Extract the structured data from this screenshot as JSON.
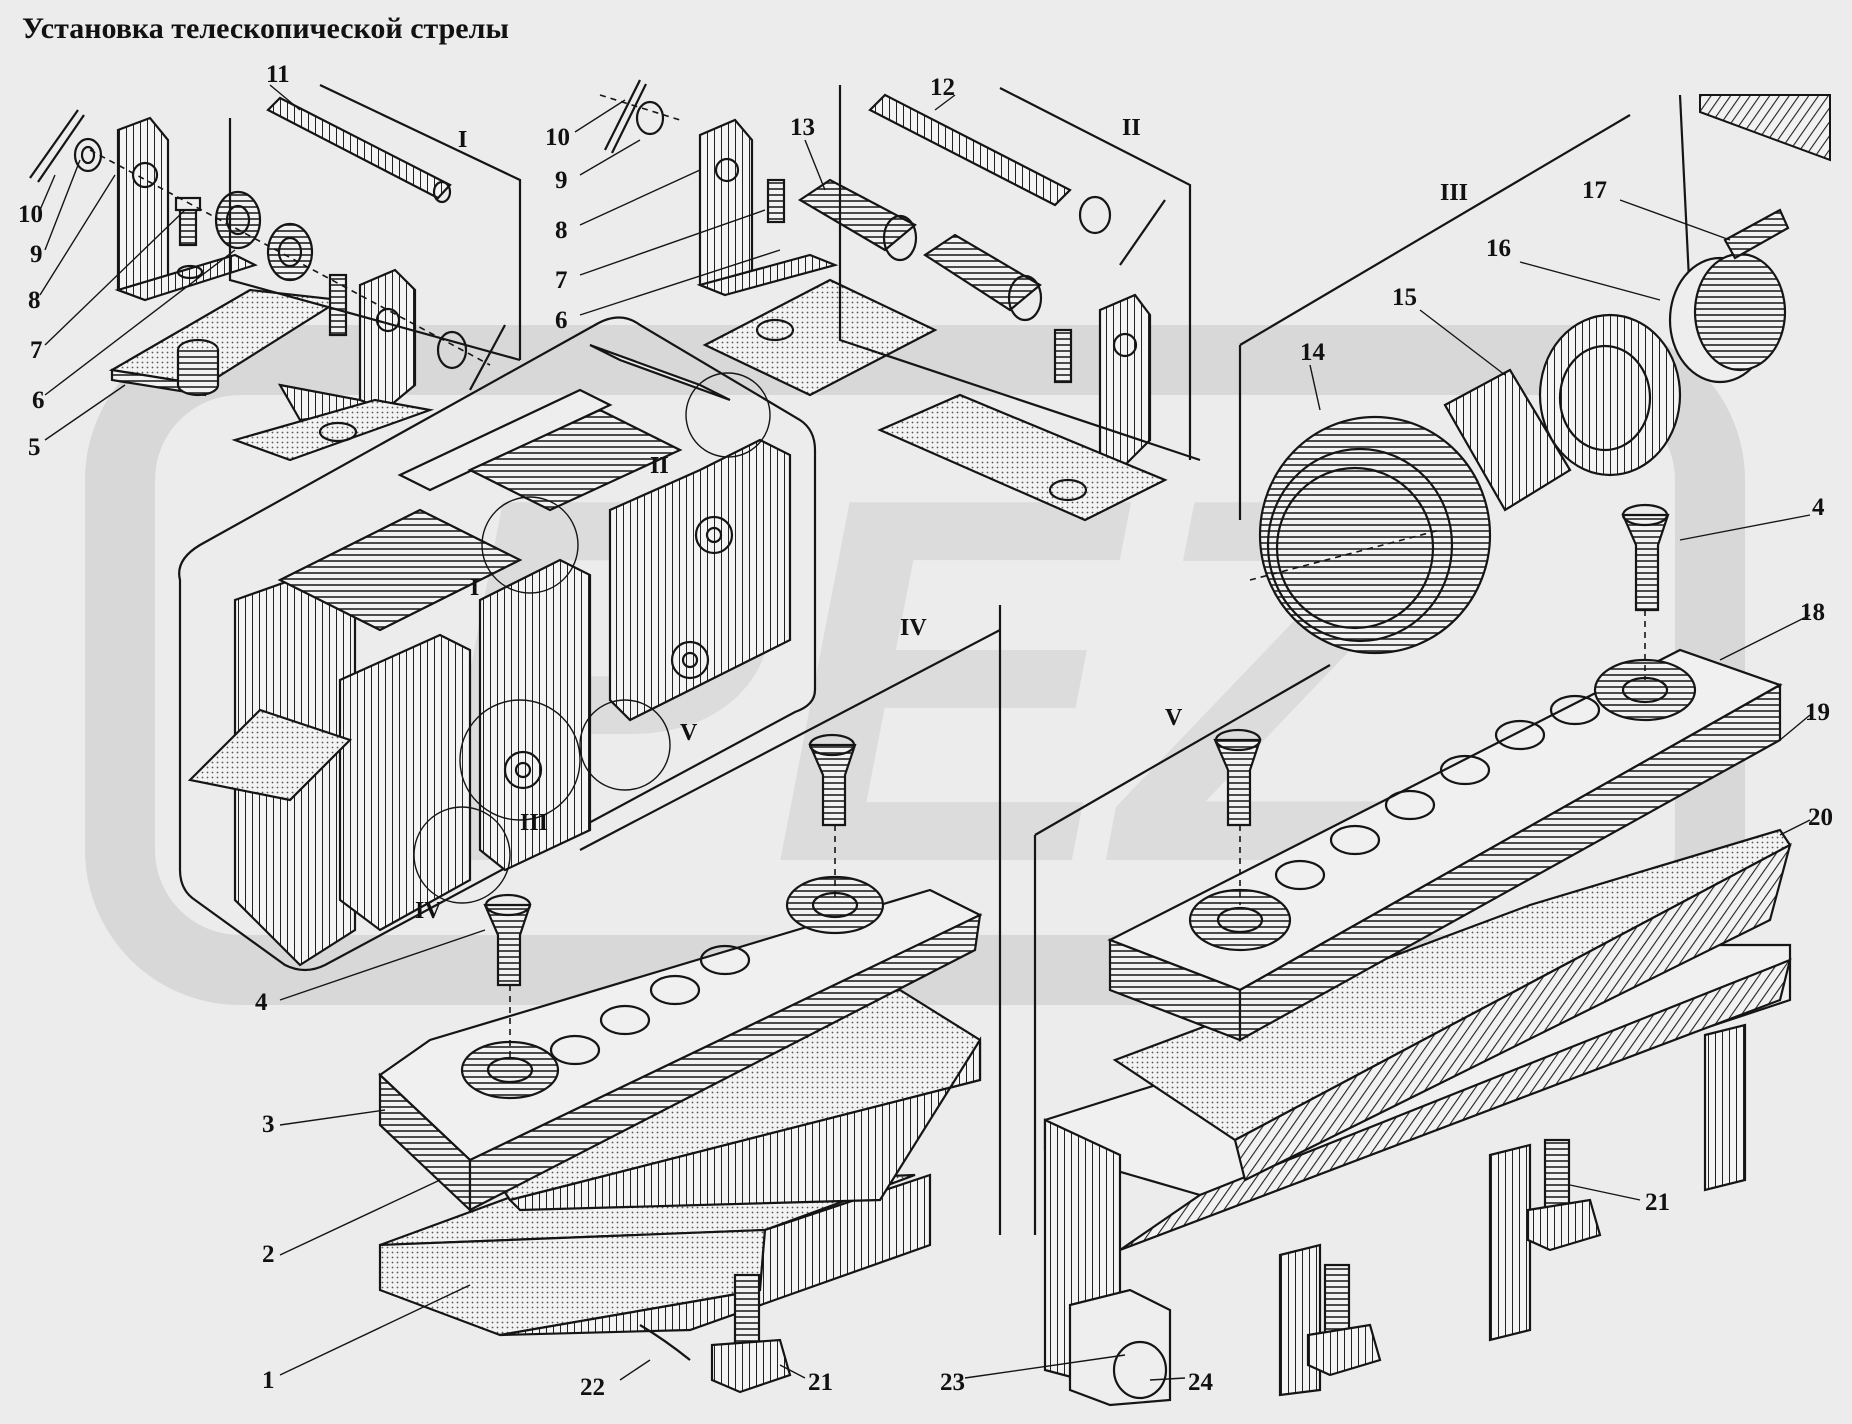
{
  "title": "Установка телескопической стрелы",
  "callouts": {
    "n1": "1",
    "n2": "2",
    "n3": "3",
    "n4a": "4",
    "n4b": "4",
    "n5": "5",
    "n6a": "6",
    "n6b": "6",
    "n7a": "7",
    "n7b": "7",
    "n8a": "8",
    "n8b": "8",
    "n9a": "9",
    "n9b": "9",
    "n10a": "10",
    "n10b": "10",
    "n11": "11",
    "n12": "12",
    "n13": "13",
    "n14": "14",
    "n15": "15",
    "n16": "16",
    "n17": "17",
    "n18": "18",
    "n19": "19",
    "n20": "20",
    "n21a": "21",
    "n21b": "21",
    "n22": "22",
    "n23": "23",
    "n24": "24"
  },
  "views": {
    "v1": "I",
    "v2": "II",
    "v3": "III",
    "v4": "IV",
    "v5": "V",
    "m1": "I",
    "m2": "II",
    "m3": "III",
    "m4": "IV",
    "m5": "V"
  },
  "watermark": "PEZ",
  "colors": {
    "ink": "#151515",
    "paper": "#ececec",
    "watermark": "#c9c9c9"
  }
}
